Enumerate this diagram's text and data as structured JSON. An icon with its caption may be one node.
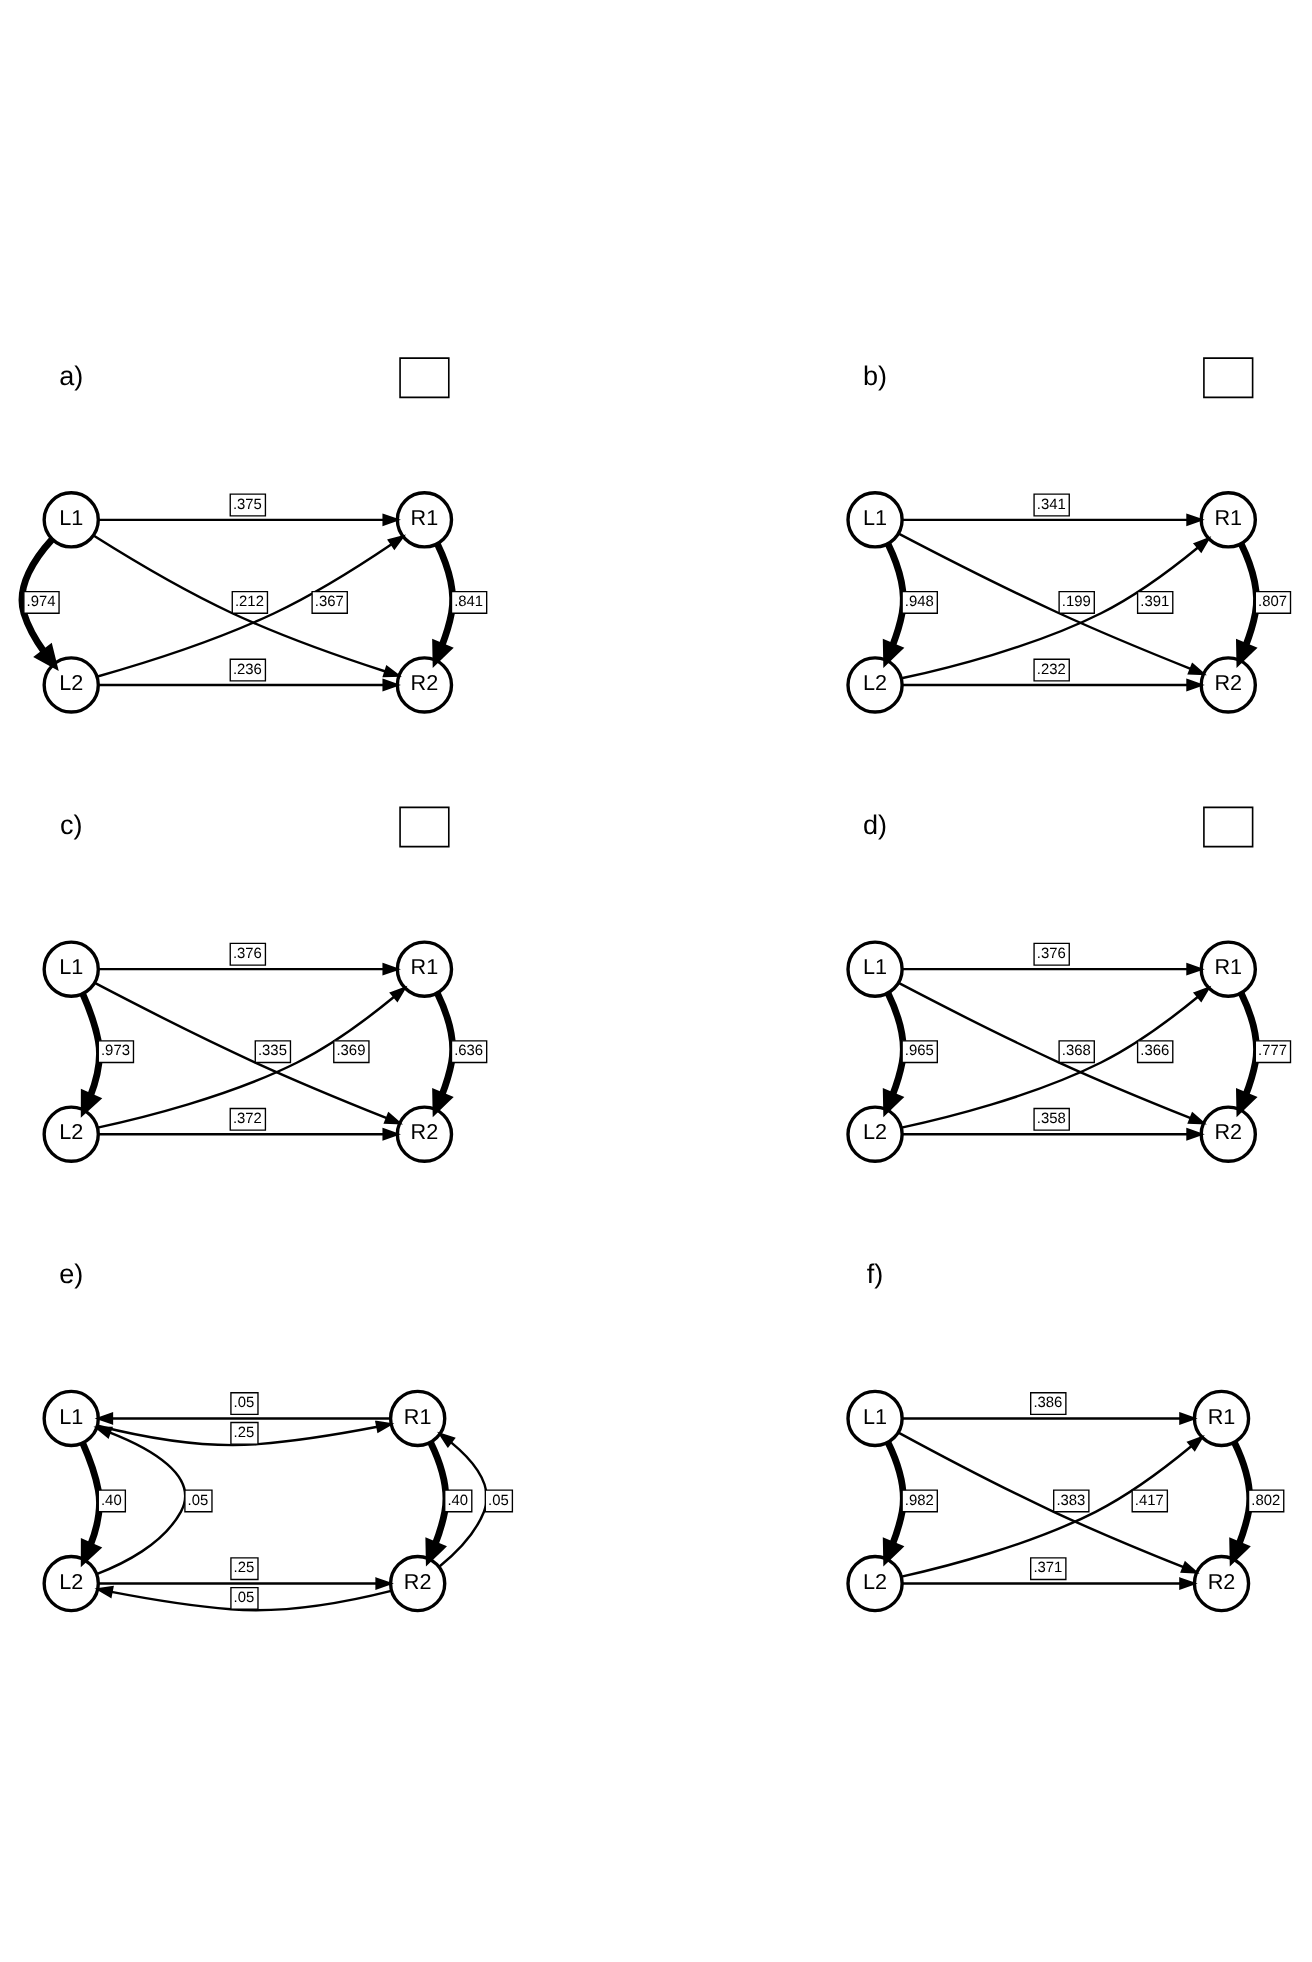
{
  "diagram": {
    "nodes": [
      {
        "text": [],
        "shape": "box"
      },
      {
        "text": [
          "L1"
        ]
      },
      {
        "text": [
          "R1"
        ]
      },
      {
        "text": [
          "L2"
        ]
      },
      {
        "text": [
          "R2"
        ]
      },
      {
        "text": [],
        "shape": "box"
      },
      {
        "text": [
          "L1"
        ]
      },
      {
        "text": [
          "R1"
        ]
      },
      {
        "text": [
          "L2"
        ]
      },
      {
        "text": [
          "R2"
        ]
      },
      {
        "text": [],
        "shape": "box"
      },
      {
        "text": [
          "L1"
        ]
      },
      {
        "text": [
          "R1"
        ]
      },
      {
        "text": [
          "L2"
        ]
      },
      {
        "text": [
          "R2"
        ]
      },
      {
        "text": [],
        "shape": "box"
      },
      {
        "text": [
          "L1"
        ]
      },
      {
        "text": [
          "R1"
        ]
      },
      {
        "text": [
          "L2"
        ]
      },
      {
        "text": [
          "R2"
        ]
      },
      {
        "text": [
          "L1"
        ]
      },
      {
        "text": [
          "R1"
        ]
      },
      {
        "text": [
          "L2"
        ]
      },
      {
        "text": [
          "R2"
        ]
      },
      {
        "text": [
          "L1"
        ]
      },
      {
        "text": [
          "R1"
        ]
      },
      {
        "text": [
          "L2"
        ]
      },
      {
        "text": [
          "R2"
        ]
      }
    ],
    "edges": [
      {
        "from": 1,
        "to": 2,
        "arrow": "to",
        "label": ".375"
      },
      {
        "from": 1,
        "to": 3,
        "arrow": "to",
        "label": ".974",
        "style": "thick"
      },
      {
        "from": 1,
        "to": 4,
        "arrow": "to",
        "label": ".212"
      },
      {
        "from": 3,
        "to": 2,
        "arrow": "to",
        "label": ".367"
      },
      {
        "from": 2,
        "to": 4,
        "arrow": "to",
        "label": ".841",
        "style": "thick"
      },
      {
        "from": 3,
        "to": 4,
        "arrow": "to",
        "label": ".236"
      },
      {
        "from": 6,
        "to": 7,
        "arrow": "to",
        "label": ".341"
      },
      {
        "from": 6,
        "to": 8,
        "arrow": "to",
        "label": ".948",
        "style": "thick"
      },
      {
        "from": 6,
        "to": 9,
        "arrow": "to",
        "label": ".199"
      },
      {
        "from": 8,
        "to": 7,
        "arrow": "to",
        "label": ".391"
      },
      {
        "from": 7,
        "to": 9,
        "arrow": "to",
        "label": ".807",
        "style": "thick"
      },
      {
        "from": 8,
        "to": 9,
        "arrow": "to",
        "label": ".232"
      },
      {
        "from": 11,
        "to": 12,
        "arrow": "to",
        "label": ".376"
      },
      {
        "from": 11,
        "to": 13,
        "arrow": "to",
        "label": ".973",
        "style": "thick"
      },
      {
        "from": 11,
        "to": 14,
        "arrow": "to",
        "label": ".335"
      },
      {
        "from": 13,
        "to": 12,
        "arrow": "to",
        "label": ".369"
      },
      {
        "from": 12,
        "to": 14,
        "arrow": "to",
        "label": ".636",
        "style": "thick"
      },
      {
        "from": 13,
        "to": 14,
        "arrow": "to",
        "label": ".372"
      },
      {
        "from": 16,
        "to": 17,
        "arrow": "to",
        "label": ".376"
      },
      {
        "from": 16,
        "to": 18,
        "arrow": "to",
        "label": ".965",
        "style": "thick"
      },
      {
        "from": 16,
        "to": 19,
        "arrow": "to",
        "label": ".368"
      },
      {
        "from": 18,
        "to": 17,
        "arrow": "to",
        "label": ".366"
      },
      {
        "from": 17,
        "to": 19,
        "arrow": "to",
        "label": ".777",
        "style": "thick"
      },
      {
        "from": 18,
        "to": 19,
        "arrow": "to",
        "label": ".358"
      },
      {
        "from": 21,
        "to": 20,
        "arrow": "to",
        "label": ".05"
      },
      {
        "from": 22,
        "to": 20,
        "arrow": "to",
        "label": ".05"
      },
      {
        "from": 20,
        "to": 21,
        "arrow": "to",
        "label": ".25"
      },
      {
        "from": 20,
        "to": 22,
        "arrow": "to",
        "label": ".40",
        "style": "thick"
      },
      {
        "from": 21,
        "to": 23,
        "arrow": "to",
        "label": ".40",
        "style": "thick"
      },
      {
        "from": 23,
        "to": 21,
        "arrow": "to",
        "label": ".05"
      },
      {
        "from": 22,
        "to": 23,
        "arrow": "to",
        "label": ".25"
      },
      {
        "from": 23,
        "to": 22,
        "arrow": "to",
        "label": ".05"
      },
      {
        "from": 24,
        "to": 25,
        "arrow": "to",
        "label": ".386"
      },
      {
        "from": 24,
        "to": 26,
        "arrow": "to",
        "label": ".982",
        "style": "thick"
      },
      {
        "from": 24,
        "to": 27,
        "arrow": "to",
        "label": ".383"
      },
      {
        "from": 26,
        "to": 25,
        "arrow": "to",
        "label": ".417"
      },
      {
        "from": 25,
        "to": 27,
        "arrow": "to",
        "label": ".802",
        "style": "thick"
      },
      {
        "from": 26,
        "to": 27,
        "arrow": "to",
        "label": ".371"
      }
    ],
    "labels": [
      "a)",
      "b)",
      "c)",
      "d)",
      "e)",
      "f)"
    ]
  }
}
